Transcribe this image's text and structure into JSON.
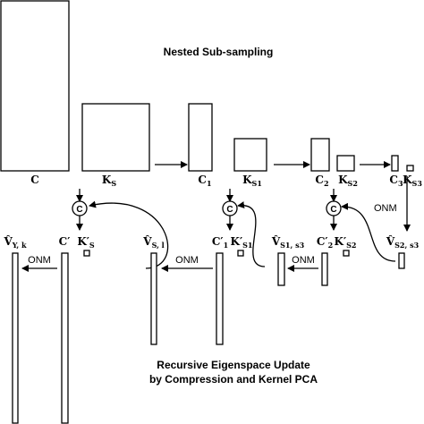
{
  "titles": {
    "top": "Nested Sub-sampling",
    "bottom_line1": "Recursive Eigenspace Update",
    "bottom_line2": "by Compression and Kernel PCA"
  },
  "top_labels": {
    "C": "C",
    "K_S": "K",
    "K_S_sub": "S",
    "C1": "C",
    "C1_sub": "1",
    "K_S1": "K",
    "K_S1_sub": "S1",
    "C2": "C",
    "C2_sub": "2",
    "K_S2": "K",
    "K_S2_sub": "S2",
    "C3": "C",
    "C3_sub": "3",
    "K_S3": "K",
    "K_S3_sub": "S3"
  },
  "bottom_labels": {
    "V_Yk": "V̂",
    "V_Yk_sub": "Y, k",
    "Cp": "C′",
    "K_Sp": "K′",
    "K_Sp_sub": "S",
    "V_Sl": "V̂",
    "V_Sl_sub": "S, l",
    "C1p": "C′",
    "C1p_sub": "1",
    "K_S1p": "K′",
    "K_S1p_sub": "S1",
    "V_S1s3": "V̂",
    "V_S1s3_sub": "S1, s3",
    "C2p": "C′",
    "C2p_sub": "2",
    "K_S2p": "K′",
    "K_S2p_sub": "S2",
    "V_S2s3": "V̂",
    "V_S2s3_sub": "S2, s3"
  },
  "operators": {
    "onm": "ONM",
    "compress": "C"
  }
}
